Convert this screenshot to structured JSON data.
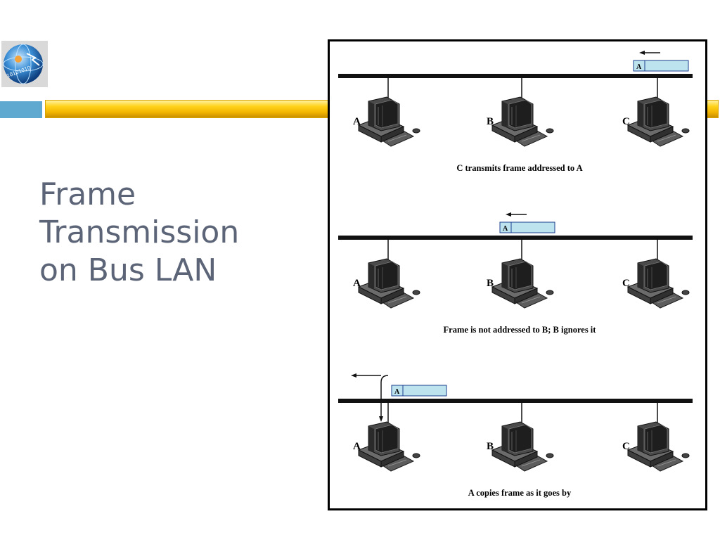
{
  "slide": {
    "title_lines": [
      "Frame",
      "Transmission",
      "on Bus LAN"
    ]
  },
  "logo": {
    "icon": "globe-network-icon",
    "text": "10101010"
  },
  "colors": {
    "accent_square": "#5fa8cf",
    "bar": "#ffd21a",
    "title_text": "#5c6477",
    "frame_fill": "#bde3ef"
  },
  "diagram": {
    "panels": [
      {
        "stations": [
          "A",
          "B",
          "C"
        ],
        "frame_label": "A",
        "caption": "C transmits frame addressed to A"
      },
      {
        "stations": [
          "A",
          "B",
          "C"
        ],
        "frame_label": "A",
        "caption": "Frame is not addressed to B; B ignores it"
      },
      {
        "stations": [
          "A",
          "B",
          "C"
        ],
        "frame_label": "A",
        "caption": "A copies frame as it goes by"
      }
    ]
  }
}
